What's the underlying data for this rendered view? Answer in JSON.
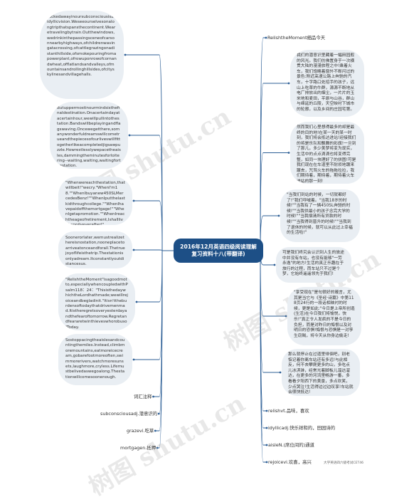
{
  "root": {
    "title": "2016年12月英语四级阅读理解复习资料十八(带翻译)"
  },
  "left_nodes": [
    {
      "text": "Tuckedawayinoursubconsciousisanidyllicvision.Weseeourselvesonalongtripthatspansthecontinent.Wearetravelingbytrain.Outthewindows,wedrinkinthepassingsceneofcarsonnearbyhighways,ofchildrenwavingatacrossing,ofcattlegrazingonadistanthillside,ofsmokepouringfromapowerplant,ofrowuponrowofcornandwheat,offlatlandsandvalleys,ofmountainsandrollinghillsides,ofcityskylinesandvillagehalls."
    },
    {
      "text": "Butuppermostinourmindsisthefinaldestination.Onacertaindayatacertainhour,wewillpullintothestation.Bandswillbeplayingandflagswaving.Oncewegetthere,somanywonderfuldreamswillcometrueandthepiecesofourliveswillfittogetherlikeacompletedjigsawpuzzle.Howrestlesslywepacetheaisles,dammingtheminutesforloitering--waiting,waiting,waitingforthestation."
    },
    {
      "text": "\"Whenwereachthestation,thatwillbeit!\"wecry.\"WhenI'm18.\"\"WhenIbuyanew450SLMercedesBenz!\"\"WhenIputthelastkidthroughcollege.\"\"WhenIhavepaidoffthemortgage!\"\"WhenIgetapromotion.\"\"WhenIreachtheageofretirement,Ishalllivehappilyeverafter!\""
    },
    {
      "text": "Soonerorlater,wemustrealizethereisnostation,nooneplacetoarriveatonceandforall.Thetruejoyoflifeisthetrip.Thestationisonlyadream.Itconstantlyoutdistancesus."
    },
    {
      "text": "\"RelishtheMoment\"isagoodmotto,especiallywhencoupledwithPsalm118：24：\"ThisisthedaywhichtheLordhathmade;wewillrejoiceandbegladinit.\"Itisn'ttheburdensoftodaythatdrivemenmad.Itistheregretsoveryesterdayandthefearoftomorrow.RegretandfeararetwinthieveswhorobusofToday."
    },
    {
      "text": "Sostoppacingtheaislesandcountingthemiles.Instead,climbmoremountains,eatmoreicecream,gobarefootmoreoften,swimmorerivers,watchmoresunsets,laughmore,cryless.Lifemustbelivedaswegoalong.Thestationwillcomesoonenough."
    },
    {
      "text": "词汇注释"
    },
    {
      "text": "subconsciousadj.潜意识的"
    },
    {
      "text": "grazevi.吃草"
    },
    {
      "text": "mortgagen.抵押"
    }
  ],
  "right_nodes": [
    {
      "text": "RelishtheMoment细品今天"
    },
    {
      "text": "我们的潜意识里藏着一幅田园般的风光。我们仿佛置身于一次横贯大陆的漫漫旅程之中!乘着火车，我们饱略着窗外不断闪过的景色:附近高速公路上奔驰的汽车，十字路口处招手的孩子，远山上吃草的牛群，源源不断地从电厂排放出的烟尘，一片片的玉米地和麦田，平原与山谷，群山与绵延的丘陵，天空映衬下城市的轮廓，以及乡间的庄园宅第。"
    },
    {
      "text": "然而我们心里想得最多的却是最终的目的地!在某一天的某一时刻，我们将会抵达进站!迎接我们的将是乐队和飘舞的彩旗!一旦到了那儿，多少美梦将变为现实，生活中的点点滴滴也将变得完整，如同一块理好了的拼图!可是我们现在在车道里不耐烦地踱来踱去，咒骂火车的拖拖拉拉，我们期待着，期待着，期待着火车进站的那一刻!"
    },
    {
      "text": "\"当我们到站的时候，一切就都好了!\"我们呼喊着。\"当我18岁的时候!\"\"当我有了一辆450SL奔驰的时候!\"\"当我供最小的孩子念完大学的时候!\"\"当我偿清所有贷款的时候!\"\"当我得到晋升的时候!\"\"当我到了退休的时候，就可以从此过上幸福的生活啦!\""
    },
    {
      "text": "可是我们终究会认识到人生的旅途中并没有车站，也没有能够\"一劳永逸\"的地方!生活的真正乐趣在于旅行的过程，而车站只不过是个梦，它始终遥遥领先于我们!"
    },
    {
      "text": "\"享受现在\"是句很好的箴言，尤其是当它与《圣经·诗篇》中第118页24行的一段话相映衬的时候，更是如此:\"今日是上帝所创造(生活)在今日我们将愉悦，快乐!\"真正令人发疯的不是今日的负担，而是对昨日的悔恨以及对明日的恐惧!悔恨与恐惧是一对孪生窃贼，将今天从你身边偷走!"
    },
    {
      "text": "那么就停止在过道里徘徊吧，别老惦记着你离车站还有多远!与此相反，何不去攀爬更多的山，多吃点儿冰淇淋，经常光着脚板儿溜达溜达，在更多的河流里畅游一番，多看看夕阳西下的美景，多点欢笑，少点哭泣!生活得边过边叹享!车站就会很快抵达!"
    },
    {
      "text": "relishvt.品味，喜欢"
    },
    {
      "text": "idyllicadj.快乐祥和的，田园诗的"
    },
    {
      "text": "aisleN.(席位间的)通道"
    },
    {
      "text": "rejoicevi.欢喜，高兴"
    }
  ],
  "footer": {
    "text": "大学英语四六级考试CET46"
  },
  "watermarks": [
    "树图 shutu.cn",
    "树图 shutu.cn",
    "树图 shutu.cn"
  ],
  "colors": {
    "root": "#1d4f86",
    "line": "#2d5f96",
    "bubble": "#e9eef3"
  }
}
